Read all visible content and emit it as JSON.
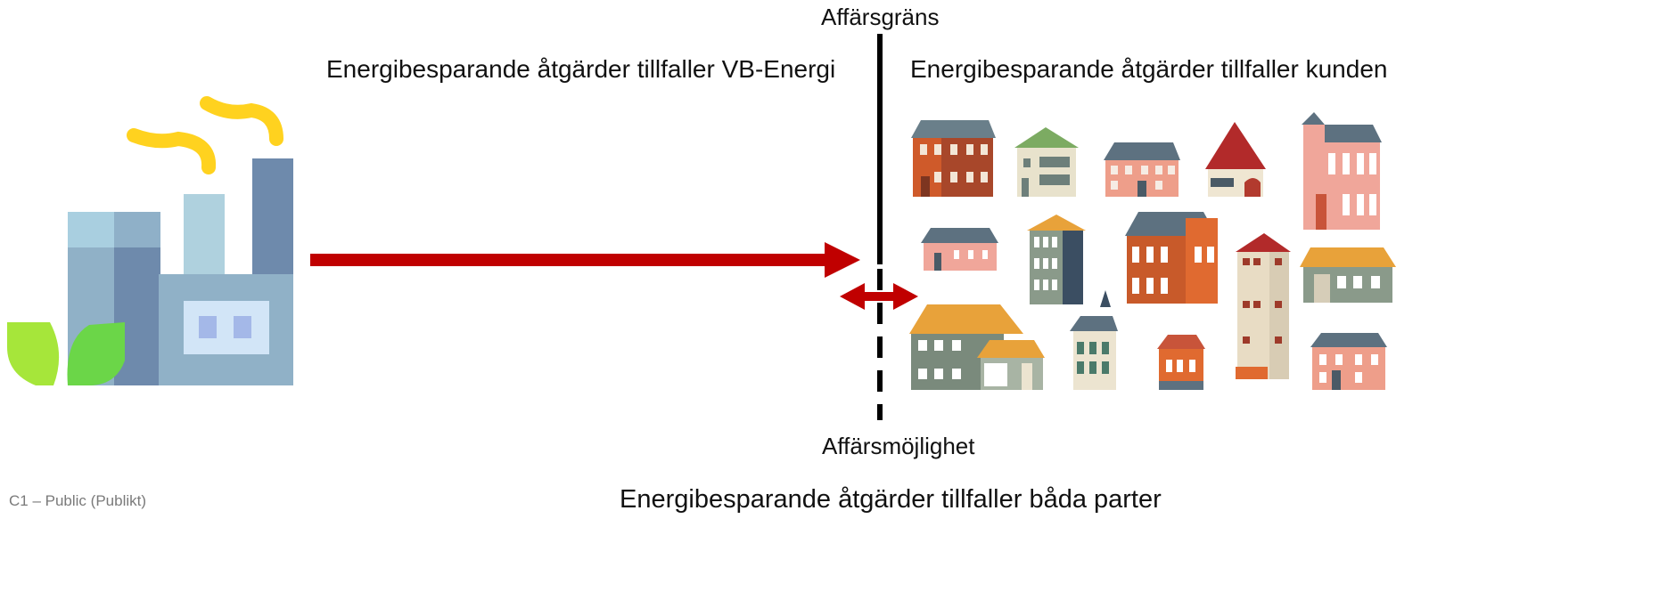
{
  "labels": {
    "boundary_top": "Affärsgräns",
    "boundary_bottom": "Affärsmöjlighet",
    "left_text": "Energibesparande åtgärder tillfaller VB-Energi",
    "right_text": "Energibesparande åtgärder tillfaller kunden",
    "bottom_text": "Energibesparande åtgärder tillfaller båda parter",
    "classification": "C1 – Public (Publikt)"
  },
  "icons": {
    "factory": "factory-with-leaves-icon",
    "houses": "houses-cluster-icon"
  },
  "colors": {
    "arrow": "#c00000",
    "boundary_line": "#000000",
    "smoke": "#ffd21f",
    "leaf_light": "#a6e63a",
    "leaf_dark": "#6bd648"
  }
}
